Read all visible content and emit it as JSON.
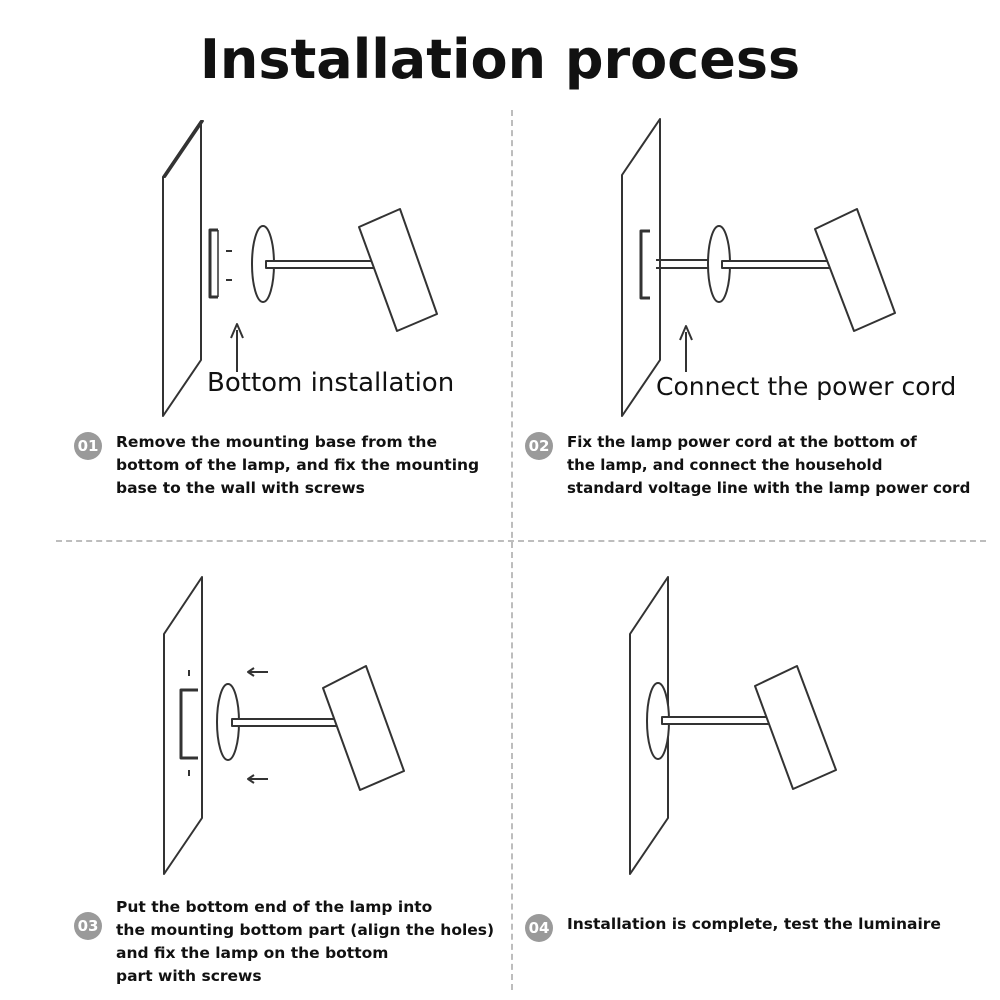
{
  "title": "Installation process",
  "steps": [
    {
      "number": "01",
      "caption": "Bottom installation",
      "text": "Remove the mounting base from the\nbottom of the lamp, and fix the mounting\nbase to the wall with screws"
    },
    {
      "number": "02",
      "caption": "Connect the power cord",
      "text": "Fix the lamp power cord at the bottom of\nthe lamp, and connect the household\nstandard voltage line with the lamp power cord"
    },
    {
      "number": "03",
      "caption": "",
      "text": "Put the bottom end of the lamp into\nthe mounting bottom part (align the holes)\nand fix the lamp on the bottom\npart with screws"
    },
    {
      "number": "04",
      "caption": "",
      "text": "Installation is complete, test the luminaire"
    }
  ],
  "colors": {
    "line": "#333333",
    "badge": "#9a9a9a",
    "divider": "#bdbdbd"
  }
}
